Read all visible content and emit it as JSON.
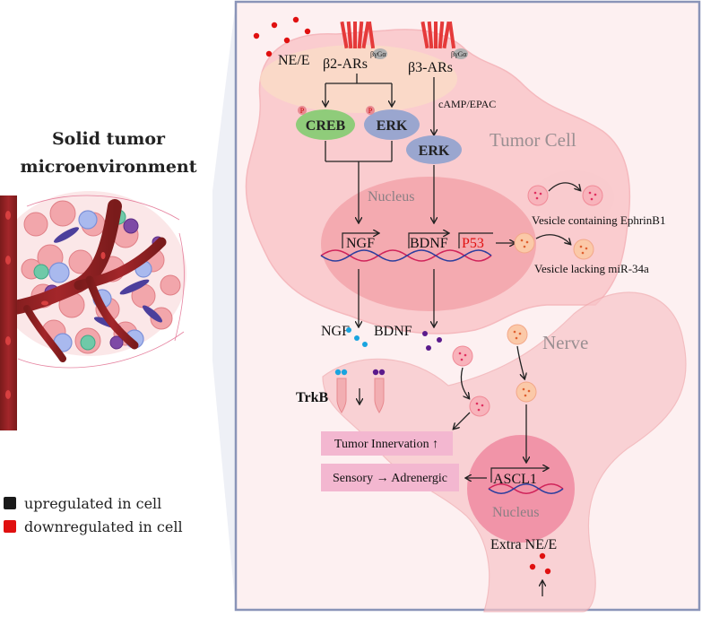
{
  "panel_title": {
    "line1": "Solid tumor",
    "line2": "microenvironment"
  },
  "legend": [
    {
      "label": "upregulated in cell",
      "color": "#1a1a1a"
    },
    {
      "label": "downregulated in cell",
      "color": "#e01010"
    }
  ],
  "receptors": {
    "b2": "β2-ARs",
    "b3": "β3-ARs",
    "g_protein": "βγGα"
  },
  "ligand": "NE/E",
  "pathway": {
    "camp": "cAMP/EPAC",
    "creb": "CREB",
    "erk": "ERK",
    "phospho": "P"
  },
  "tumor_cell_label": "Tumor Cell",
  "nucleus_label": "Nucleus",
  "genes": {
    "ngf": "NGF",
    "bdnf": "BDNF",
    "p53": "P53",
    "ascl1": "ASCL1"
  },
  "vesicles": {
    "ephrin": "Vesicle containing EphrinB1",
    "mir": "Vesicle lacking miR-34a"
  },
  "secreted": {
    "ngf": "NGF",
    "bdnf": "BDNF"
  },
  "nerve_label": "Nerve",
  "trkb": "TrkB",
  "outcomes": {
    "innervation": "Tumor Innervation ↑",
    "switch": "Sensory → Adrenergic"
  },
  "extra": "Extra NE/E",
  "colors": {
    "accent_red": "#e01010",
    "ngf_dot": "#19a4df",
    "bdnf_dot": "#5b1a8c",
    "panel_border": "#8a94b8"
  }
}
